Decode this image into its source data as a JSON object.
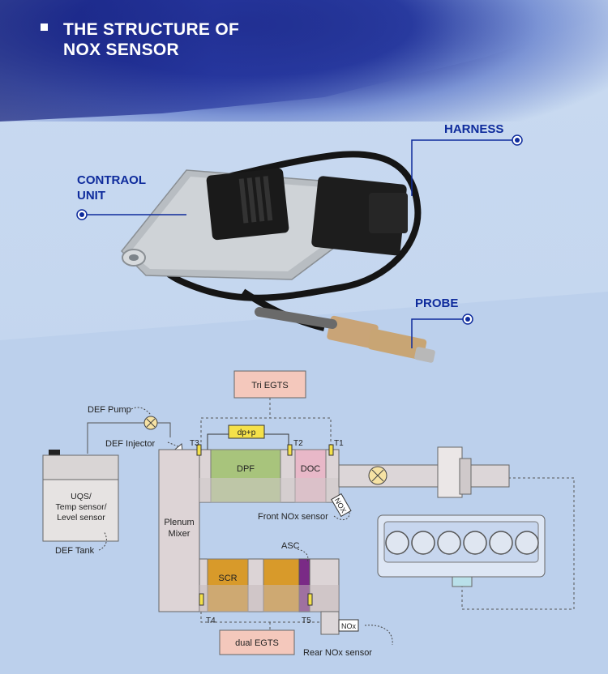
{
  "title": {
    "line1": "THE STRUCTURE OF",
    "line2": "NOX SENSOR"
  },
  "callouts": {
    "harness": "HARNESS",
    "control_line1": "CONTRAOL",
    "control_line2": "UNIT",
    "probe": "PROBE"
  },
  "diagram": {
    "tri_egts": "Tri EGTS",
    "def_pump": "DEF Pump",
    "def_injector": "DEF Injector",
    "dp": "dp+p",
    "t3": "T3",
    "t2": "T2",
    "t1": "T1",
    "t4": "T4",
    "t5": "T5",
    "dpf": "DPF",
    "doc": "DOC",
    "nox_front_tag": "NOX",
    "front_nox": "Front NOx sensor",
    "tank_line1": "UQS/",
    "tank_line2": "Temp sensor/",
    "tank_line3": "Level sensor",
    "def_tank": "DEF Tank",
    "plenum_line1": "Plenum",
    "plenum_line2": "Mixer",
    "asc": "ASC",
    "scr": "SCR",
    "dual_egts": "dual EGTS",
    "nox_rear_tag": "NOx",
    "rear_nox": "Rear NOx sensor"
  },
  "colors": {
    "title_text": "#ffffff",
    "callout_text": "#0e2b9c",
    "egts_box": "#f4c8bc",
    "dpf": "#a8c47c",
    "doc": "#e8b8c8",
    "scr": "#d89a2a",
    "asc": "#7a2a86",
    "sensor_yellow": "#f5e14a"
  }
}
